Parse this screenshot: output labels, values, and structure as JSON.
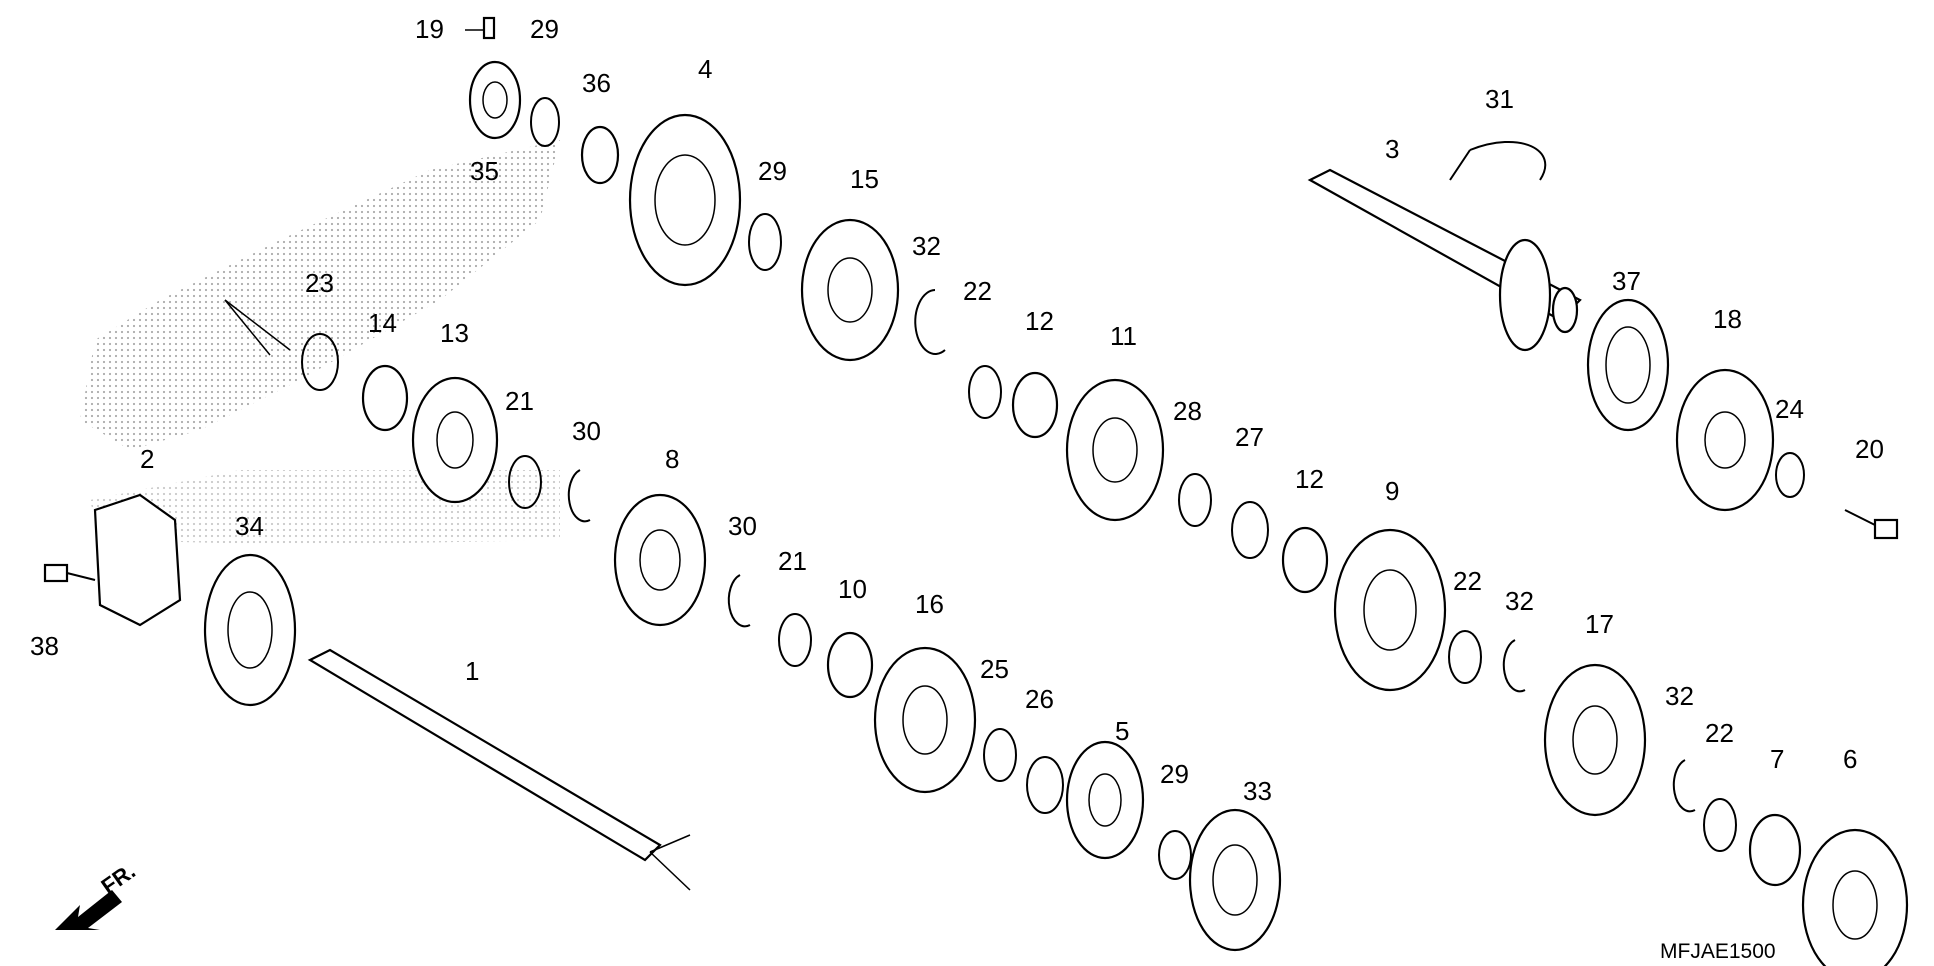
{
  "diagram": {
    "catalog_code": "MFJAE1500",
    "direction_label": "FR.",
    "parts": [
      {
        "label": "1"
      },
      {
        "label": "2"
      },
      {
        "label": "3"
      },
      {
        "label": "4"
      },
      {
        "label": "5"
      },
      {
        "label": "6"
      },
      {
        "label": "7"
      },
      {
        "label": "8"
      },
      {
        "label": "9"
      },
      {
        "label": "10"
      },
      {
        "label": "11"
      },
      {
        "label": "12"
      },
      {
        "label": "12"
      },
      {
        "label": "13"
      },
      {
        "label": "14"
      },
      {
        "label": "15"
      },
      {
        "label": "16"
      },
      {
        "label": "17"
      },
      {
        "label": "18"
      },
      {
        "label": "19"
      },
      {
        "label": "20"
      },
      {
        "label": "21"
      },
      {
        "label": "21"
      },
      {
        "label": "22"
      },
      {
        "label": "22"
      },
      {
        "label": "22"
      },
      {
        "label": "23"
      },
      {
        "label": "24"
      },
      {
        "label": "25"
      },
      {
        "label": "26"
      },
      {
        "label": "27"
      },
      {
        "label": "28"
      },
      {
        "label": "29"
      },
      {
        "label": "29"
      },
      {
        "label": "29"
      },
      {
        "label": "30"
      },
      {
        "label": "30"
      },
      {
        "label": "31"
      },
      {
        "label": "32"
      },
      {
        "label": "32"
      },
      {
        "label": "32"
      },
      {
        "label": "33"
      },
      {
        "label": "34"
      },
      {
        "label": "35"
      },
      {
        "label": "36"
      },
      {
        "label": "37"
      },
      {
        "label": "38"
      }
    ]
  }
}
